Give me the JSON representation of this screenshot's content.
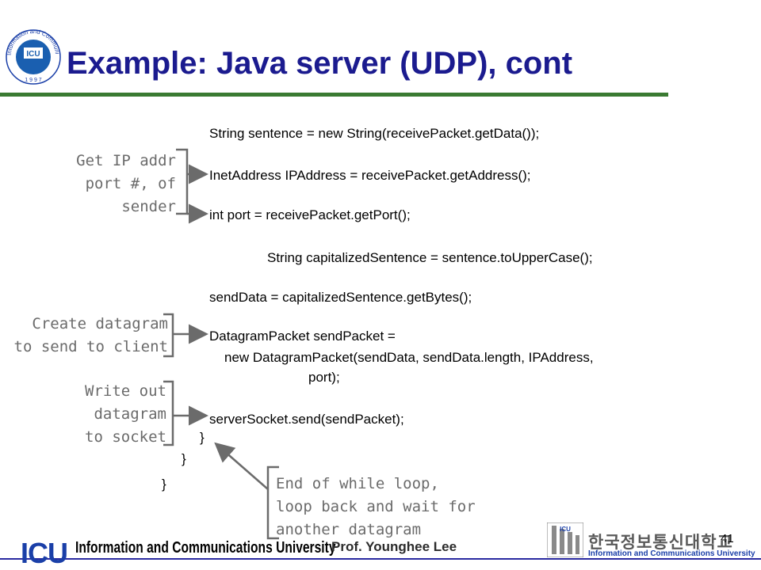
{
  "slide": {
    "title": "Example: Java server (UDP), cont",
    "page_number": "41"
  },
  "seal": {
    "text": "Information and Communications University",
    "year": "1 9 9 7",
    "center": "ICU"
  },
  "code_lines": [
    "String sentence = new String(receivePacket.getData());",
    "InetAddress IPAddress = receivePacket.getAddress();",
    "int port = receivePacket.getPort();",
    "String capitalizedSentence = sentence.toUpperCase();",
    "sendData = capitalizedSentence.getBytes();",
    "DatagramPacket sendPacket =",
    "new DatagramPacket(sendData, sendData.length, IPAddress,",
    "port);",
    "serverSocket.send(sendPacket);",
    "}",
    "}",
    "}"
  ],
  "annotations": {
    "ip_addr": [
      "Get IP addr",
      "port #, of",
      "sender"
    ],
    "create_datagram": [
      "Create datagram",
      "to send to client"
    ],
    "write_out": [
      "Write out",
      "datagram",
      "to socket"
    ],
    "end_loop": [
      "End of while loop,",
      "loop back and wait for",
      "another datagram"
    ]
  },
  "footer": {
    "logo_text": "ICU",
    "university_name": "Information and Communications University",
    "author": "Prof. Younghee Lee",
    "korean_name": "한국정보통신대학교",
    "korean_subtitle": "Information and Communications University"
  },
  "colors": {
    "title": "#1b1b8f",
    "rule": "#3a7a32",
    "annotation": "#6b6b6b",
    "logo_blue": "#1a3fa8"
  }
}
